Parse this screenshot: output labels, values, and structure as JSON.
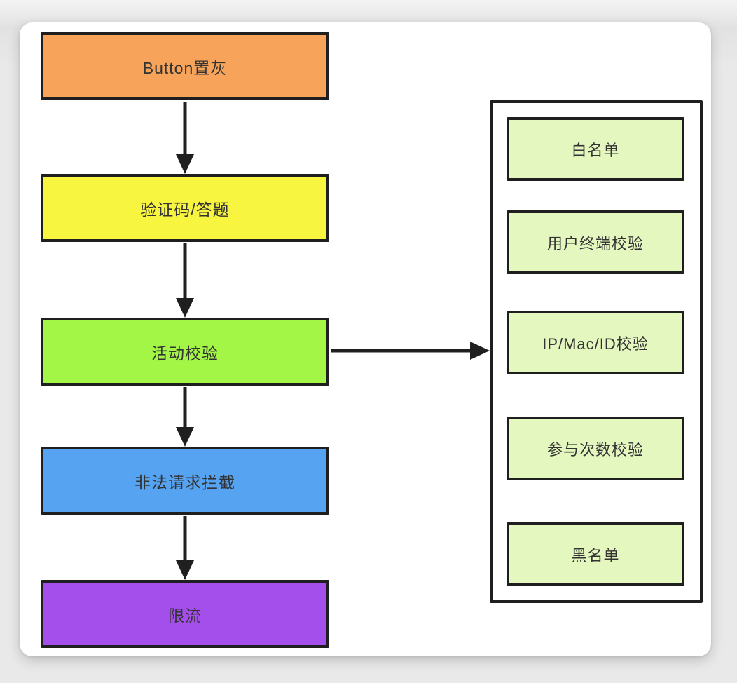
{
  "diagram": {
    "flow_steps": [
      {
        "label": "Button置灰",
        "color": "#F7A45A"
      },
      {
        "label": "验证码/答题",
        "color": "#F8F540"
      },
      {
        "label": "活动校验",
        "color": "#A4F646"
      },
      {
        "label": "非法请求拦截",
        "color": "#56A3F2"
      },
      {
        "label": "限流",
        "color": "#A44EEB"
      }
    ],
    "check_group": {
      "items": [
        {
          "label": "白名单"
        },
        {
          "label": "用户终端校验"
        },
        {
          "label": "IP/Mac/ID校验"
        },
        {
          "label": "参与次数校验"
        },
        {
          "label": "黑名单"
        }
      ],
      "item_color": "#E4F7BF"
    },
    "stroke_color": "#1F1F1F",
    "text_color": "#333333"
  }
}
